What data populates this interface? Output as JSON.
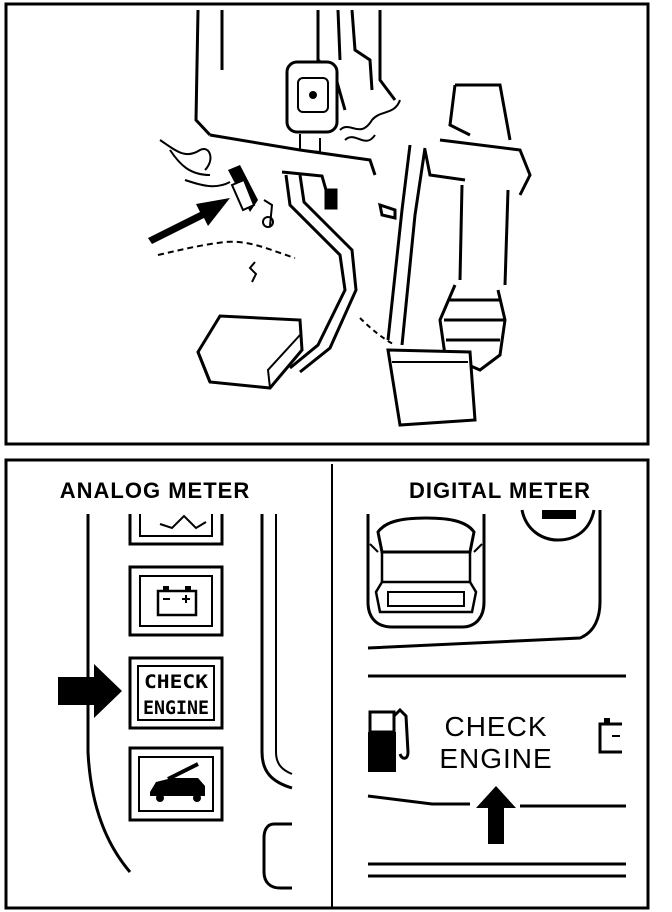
{
  "figure_top": {
    "description_hidden": ""
  },
  "analog": {
    "title": "ANALOG METER",
    "check_line1": "CHECK",
    "check_line2": "ENGINE"
  },
  "digital": {
    "title": "DIGITAL METER",
    "check_line1": "CHECK",
    "check_line2": "ENGINE"
  }
}
